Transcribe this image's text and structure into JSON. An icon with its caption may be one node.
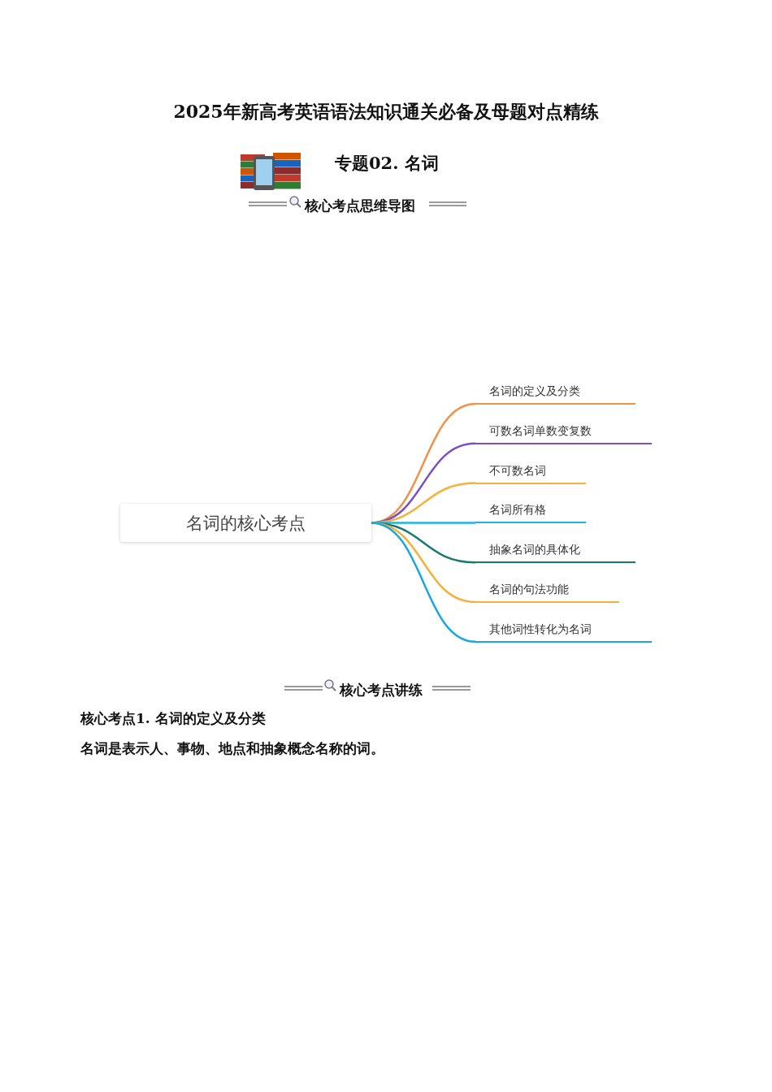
{
  "diagram": {
    "title": "2025年新高考英语语法知识通关必备及母题对点精练",
    "nodes": [
      {
        "text": [
          "名词的核心考点"
        ]
      },
      {
        "text": [
          "名词的定义及分类"
        ]
      },
      {
        "text": [
          "可数名词单数变复数"
        ]
      },
      {
        "text": [
          "不可数名词"
        ]
      },
      {
        "text": [
          "名词所有格"
        ]
      },
      {
        "text": [
          "抽象名词的具体化"
        ]
      },
      {
        "text": [
          "名词的句法功能"
        ]
      },
      {
        "text": [
          "其他词性转化为名词"
        ]
      }
    ],
    "edges": [
      {
        "from": 0,
        "to": 1,
        "arrow": "none",
        "color": "#f0934a"
      },
      {
        "from": 0,
        "to": 2,
        "arrow": "none",
        "color": "#7b4fc4"
      },
      {
        "from": 0,
        "to": 3,
        "arrow": "none",
        "color": "#f2b33d"
      },
      {
        "from": 0,
        "to": 4,
        "arrow": "none",
        "color": "#1fb3e0"
      },
      {
        "from": 0,
        "to": 5,
        "arrow": "none",
        "color": "#1a7a73"
      },
      {
        "from": 0,
        "to": 6,
        "arrow": "none",
        "color": "#f2b33d"
      },
      {
        "from": 0,
        "to": 7,
        "arrow": "none",
        "color": "#1ba6e0"
      }
    ],
    "labels": [
      "专题02. 名词",
      "核心考点思维导图",
      "核心考点讲练",
      "核心考点1. 名词的定义及分类",
      "名词是表示人、事物、地点和抽象概念名称的词。"
    ]
  }
}
